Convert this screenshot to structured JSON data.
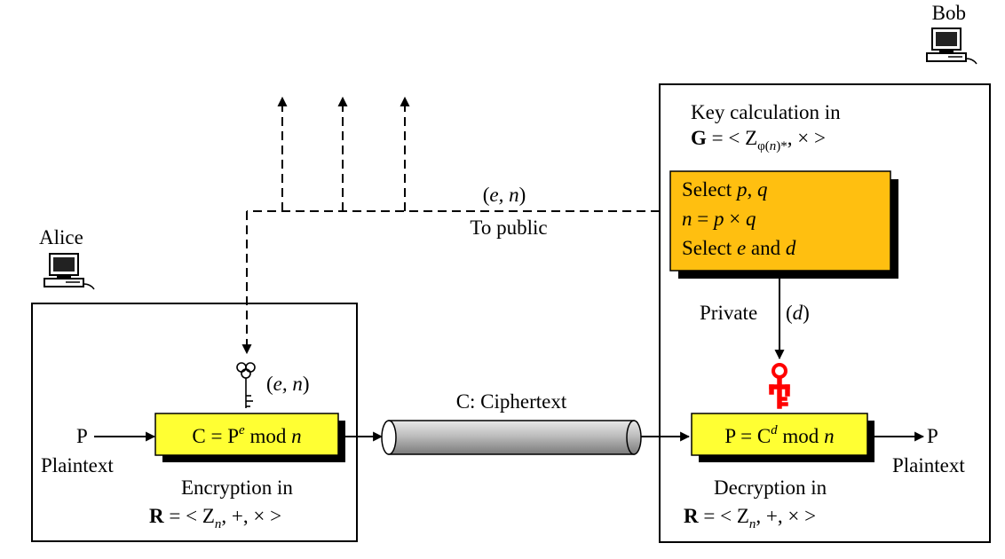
{
  "actors": {
    "alice": "Alice",
    "bob": "Bob"
  },
  "icons": [
    "computer-icon-alice",
    "computer-icon-bob",
    "key-icon-public",
    "key-icon-private"
  ],
  "colors": {
    "box_yellow": "#ffff33",
    "box_orange": "#ffbf10",
    "shadow": "#000000",
    "private_key": "#ff0000",
    "public_key": "#000000",
    "channel": "#a8a8a8"
  },
  "alice": {
    "public_key_label": "(e, n)",
    "input_letter": "P",
    "input_caption": "Plaintext",
    "encrypt": {
      "lhs": "C = P",
      "exp": "e",
      "mid": " mod ",
      "mod": "n"
    },
    "caption_line1": "Encryption in",
    "caption_line2": {
      "bold": "R",
      "rest": " = < Z",
      "sub": "n",
      "tail": ", +, × >"
    }
  },
  "channel": {
    "label": "C: Ciphertext"
  },
  "public": {
    "key_label": "(e, n)",
    "caption": "To public"
  },
  "bob": {
    "keycalc_line1": "Key calculation in",
    "keycalc_line2": {
      "bold": "G",
      "rest": " = < Z",
      "sub": "φ(n)*",
      "tail": ", × >"
    },
    "steps": {
      "s1_pre": "Select ",
      "s1_vars": "p, q",
      "s2": "n = p × q",
      "s3_pre": "Select ",
      "s3_e": "e",
      "s3_and": " and ",
      "s3_d": "d"
    },
    "private_label": "Private",
    "private_key": "(d)",
    "decrypt": {
      "lhs": "P = C",
      "exp": "d",
      "mid": " mod ",
      "mod": "n"
    },
    "output_letter": "P",
    "output_caption": "Plaintext",
    "caption_line1": "Decryption in",
    "caption_line2": {
      "bold": "R",
      "rest": " = < Z",
      "sub": "n",
      "tail": ", +, × >"
    }
  }
}
